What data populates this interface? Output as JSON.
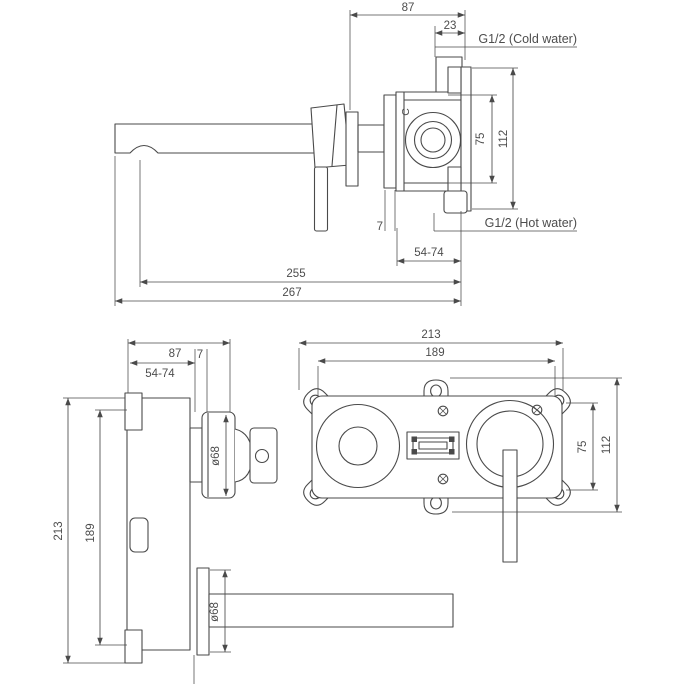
{
  "colors": {
    "background": "#ffffff",
    "line": "#4a4a4a",
    "text": "#4d4d4d"
  },
  "views": {
    "installed_side": {
      "connection_cold": "G1/2 (Cold water)",
      "connection_hot": "G1/2 (Hot water)",
      "cartridge_marking": "C",
      "dim_escutcheon_to_wall": "87",
      "dim_inlet_offset": "23",
      "dim_port_spacing": "75",
      "dim_body_height": "112",
      "dim_trim_plate_thickness": "7",
      "dim_installation_depth": "54-74",
      "dim_spout_reach": "255",
      "dim_spout_reach_overall": "267"
    },
    "rough_in_side": {
      "dim_depth": "87",
      "dim_trim_plate_thickness": "7",
      "dim_installation_depth": "54-74",
      "dim_overall_height": "213",
      "dim_mounting_height": "189",
      "dim_handle_trim_diameter": "ø68",
      "dim_spout_trim_diameter": "ø68"
    },
    "rough_in_front": {
      "dim_overall_width": "213",
      "dim_mounting_width": "189",
      "dim_port_spacing": "75",
      "dim_overall_height": "112"
    }
  }
}
